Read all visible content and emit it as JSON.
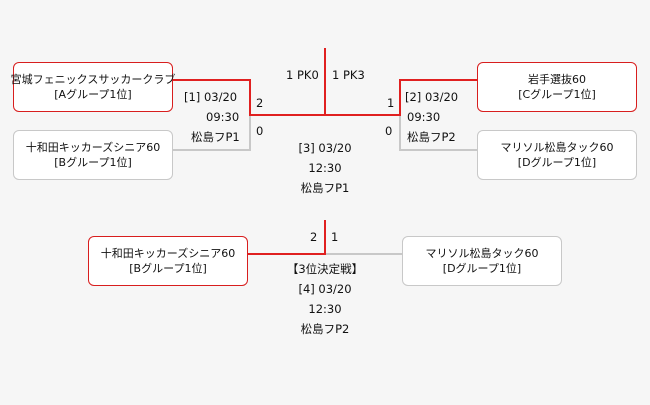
{
  "colors": {
    "winner": "#e02020",
    "loser": "#c8c8c8",
    "box_border": "#c8c8c8",
    "background": "#f6f6f6"
  },
  "teams": {
    "miyagi": {
      "name": "宮城フェニックスサッカークラブ",
      "group": "[Aグループ1位]"
    },
    "towada": {
      "name": "十和田キッカーズシニア60",
      "group": "[Bグループ1位]"
    },
    "iwate": {
      "name": "岩手選抜60",
      "group": "[Cグループ1位]"
    },
    "marisol": {
      "name": "マリソル松島タック60",
      "group": "[Dグループ1位]"
    },
    "towada3": {
      "name": "十和田キッカーズシニア60",
      "group": "[Bグループ1位]"
    },
    "marisol3": {
      "name": "マリソル松島タック60",
      "group": "[Dグループ1位]"
    }
  },
  "matches": {
    "m1": {
      "id": "[1] 03/20",
      "time": "09:30",
      "venue": "松島フP1",
      "score_top": "2",
      "score_bottom": "0"
    },
    "m2": {
      "id": "[2] 03/20",
      "time": "09:30",
      "venue": "松島フP2",
      "score_top": "1",
      "score_bottom": "0"
    },
    "m3": {
      "id": "[3] 03/20",
      "time": "12:30",
      "venue": "松島フP1",
      "score_left": "1 PK0",
      "score_right": "1 PK3"
    },
    "m4": {
      "title": "【3位決定戦】",
      "id": "[4] 03/20",
      "time": "12:30",
      "venue": "松島フP2",
      "score_left": "2",
      "score_right": "1"
    }
  }
}
